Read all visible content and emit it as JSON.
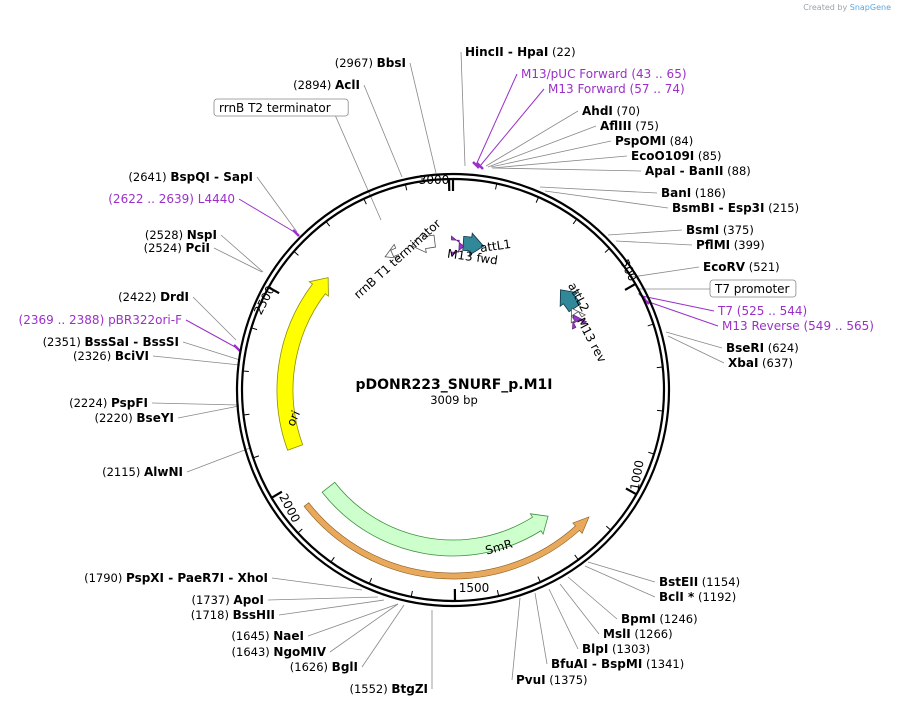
{
  "credit": {
    "prefix": "Created by",
    "brand": "SnapGene"
  },
  "plasmid": {
    "name": "pDONR223_SNURF_p.M1I",
    "length_label": "3009 bp",
    "length": 3009
  },
  "ticks": [
    "500",
    "1000",
    "1500",
    "2000",
    "2500",
    "3000"
  ],
  "features": [
    {
      "name": "ori",
      "type": "rep_origin",
      "color": "#ffff00",
      "direction": "cw"
    },
    {
      "name": "SmR",
      "type": "CDS",
      "color": "#ccffcc",
      "direction": "ccw"
    },
    {
      "name": "attL1",
      "type": "protein_bind",
      "color": "#318899",
      "direction": "cw"
    },
    {
      "name": "attL2",
      "type": "protein_bind",
      "color": "#318899",
      "direction": "ccw"
    },
    {
      "name": "M13 fwd",
      "type": "primer_bind",
      "color": "#9933cc",
      "direction": "cw"
    },
    {
      "name": "M13 rev",
      "type": "primer_bind",
      "color": "#9933cc",
      "direction": "ccw"
    },
    {
      "name": "rrnB T1 terminator",
      "type": "terminator",
      "color": "#ffffff",
      "direction": "ccw"
    },
    {
      "name": "rrnB T2 terminator",
      "type": "terminator",
      "color": "#ffffff",
      "direction": "ccw"
    },
    {
      "name": "T7 promoter",
      "type": "promoter",
      "color": "#ffffff",
      "direction": "cw"
    }
  ],
  "sites": [
    {
      "side": "right",
      "name": "HincII",
      "name2": "HpaI",
      "pos": "(22)"
    },
    {
      "side": "right",
      "name": "M13/pUC Forward",
      "pos": "(43 .. 65)",
      "primer": true
    },
    {
      "side": "right",
      "name": "M13 Forward",
      "pos": "(57 .. 74)",
      "primer": true
    },
    {
      "side": "right",
      "name": "AhdI",
      "pos": "(70)"
    },
    {
      "side": "right",
      "name": "AflIII",
      "pos": "(75)"
    },
    {
      "side": "right",
      "name": "PspOMI",
      "pos": "(84)"
    },
    {
      "side": "right",
      "name": "EcoO109I",
      "pos": "(85)"
    },
    {
      "side": "right",
      "name": "ApaI",
      "name2": "BanII",
      "pos": "(88)"
    },
    {
      "side": "right",
      "name": "BanI",
      "pos": "(186)"
    },
    {
      "side": "right",
      "name": "BsmBI",
      "name2": "Esp3I",
      "pos": "(215)"
    },
    {
      "side": "right",
      "name": "BsmI",
      "pos": "(375)"
    },
    {
      "side": "right",
      "name": "PflMI",
      "pos": "(399)"
    },
    {
      "side": "right",
      "name": "EcoRV",
      "pos": "(521)"
    },
    {
      "side": "right",
      "name": "T7 promoter",
      "pos": "",
      "boxed": true
    },
    {
      "side": "right",
      "name": "T7",
      "pos": "(525 .. 544)",
      "primer": true
    },
    {
      "side": "right",
      "name": "M13 Reverse",
      "pos": "(549 .. 565)",
      "primer": true
    },
    {
      "side": "right",
      "name": "BseRI",
      "pos": "(624)"
    },
    {
      "side": "right",
      "name": "XbaI",
      "pos": "(637)"
    },
    {
      "side": "right",
      "name": "BstEII",
      "pos": "(1154)"
    },
    {
      "side": "right",
      "name": "BclI *",
      "pos": "(1192)"
    },
    {
      "side": "right",
      "name": "BpmI",
      "pos": "(1246)"
    },
    {
      "side": "right",
      "name": "MslI",
      "pos": "(1266)"
    },
    {
      "side": "right",
      "name": "BlpI",
      "pos": "(1303)"
    },
    {
      "side": "right",
      "name": "BfuAI",
      "name2": "BspMI",
      "pos": "(1341)"
    },
    {
      "side": "right",
      "name": "PvuI",
      "pos": "(1375)"
    },
    {
      "side": "left",
      "name": "BtgZI",
      "pos": "(1552)"
    },
    {
      "side": "left",
      "name": "BglI",
      "pos": "(1626)"
    },
    {
      "side": "left",
      "name": "NgoMIV",
      "pos": "(1643)"
    },
    {
      "side": "left",
      "name": "NaeI",
      "pos": "(1645)"
    },
    {
      "side": "left",
      "name": "BssHII",
      "pos": "(1718)"
    },
    {
      "side": "left",
      "name": "ApoI",
      "pos": "(1737)"
    },
    {
      "side": "left",
      "name": "PaeR7I",
      "name2": "PspXI",
      "name3": "XhoI",
      "pos": "(1790)"
    },
    {
      "side": "left",
      "name": "AlwNI",
      "pos": "(2115)"
    },
    {
      "side": "left",
      "name": "BseYI",
      "pos": "(2220)"
    },
    {
      "side": "left",
      "name": "PspFI",
      "pos": "(2224)"
    },
    {
      "side": "left",
      "name": "BciVI",
      "pos": "(2326)"
    },
    {
      "side": "left",
      "name": "BssSI",
      "name2": "BssSaI",
      "pos": "(2351)"
    },
    {
      "side": "left",
      "name": "pBR322ori-F",
      "pos": "(2369 .. 2388)",
      "primer": true
    },
    {
      "side": "left",
      "name": "DrdI",
      "pos": "(2422)"
    },
    {
      "side": "left",
      "name": "PciI",
      "pos": "(2524)"
    },
    {
      "side": "left",
      "name": "NspI",
      "pos": "(2528)"
    },
    {
      "side": "left",
      "name": "L4440",
      "pos": "(2622 .. 2639)",
      "primer": true
    },
    {
      "side": "left",
      "name": "SapI",
      "name2": "BspQI",
      "pos": "(2641)"
    },
    {
      "side": "left",
      "name": "rrnB T2 terminator",
      "pos": "",
      "boxed": true
    },
    {
      "side": "left",
      "name": "AclI",
      "pos": "(2894)"
    },
    {
      "side": "left",
      "name": "BbsI",
      "pos": "(2967)"
    }
  ]
}
